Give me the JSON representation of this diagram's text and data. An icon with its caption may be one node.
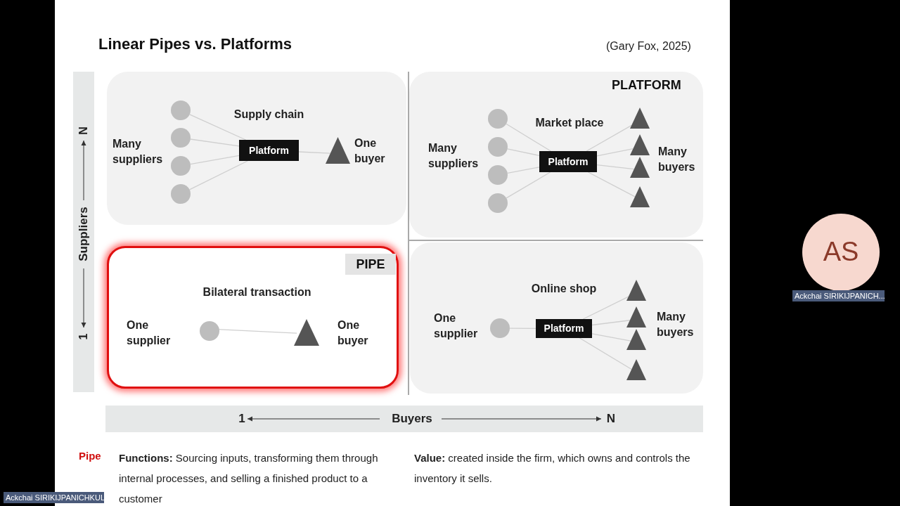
{
  "diagram": {
    "title": "Linear Pipes vs. Platforms",
    "nodes": [
      {
        "text": [],
        "shape": "box"
      },
      {
        "text": [],
        "shape": "circle",
        "in": 0
      },
      {
        "text": [],
        "shape": "circle",
        "in": 0
      },
      {
        "text": [],
        "shape": "circle",
        "in": 0
      },
      {
        "text": [],
        "shape": "circle",
        "in": 0
      },
      {
        "text": [
          "Platform"
        ],
        "in": 0,
        "beside": [
          "Supply chain"
        ]
      },
      {
        "text": [],
        "shape": "triangle",
        "in": 0,
        "beside": [
          "One buyer"
        ]
      },
      {
        "text": [
          "PLATFORM"
        ]
      },
      {
        "text": [],
        "shape": "circle",
        "in": 7
      },
      {
        "text": [],
        "shape": "circle",
        "in": 7
      },
      {
        "text": [],
        "shape": "circle",
        "in": 7
      },
      {
        "text": [],
        "shape": "circle",
        "in": 7
      },
      {
        "text": [
          "Platform"
        ],
        "in": 7,
        "beside": [
          "Market place"
        ]
      },
      {
        "text": [],
        "shape": "triangle",
        "in": 7
      },
      {
        "text": [],
        "shape": "triangle",
        "in": 7
      },
      {
        "text": [],
        "shape": "triangle",
        "in": 7
      },
      {
        "text": [],
        "shape": "triangle",
        "in": 7
      },
      {
        "text": [
          "PIPE"
        ]
      },
      {
        "text": [],
        "shape": "circle",
        "in": 17,
        "beside": [
          "One supplier"
        ]
      },
      {
        "text": [],
        "shape": "triangle",
        "in": 17,
        "beside": [
          "One buyer"
        ]
      },
      {
        "text": [],
        "shape": "box"
      },
      {
        "text": [],
        "shape": "circle",
        "in": 20,
        "beside": [
          "One supplier"
        ]
      },
      {
        "text": [
          "Platform"
        ],
        "in": 20,
        "beside": [
          "Online shop"
        ]
      },
      {
        "text": [],
        "shape": "triangle",
        "in": 20
      },
      {
        "text": [],
        "shape": "triangle",
        "in": 20
      },
      {
        "text": [],
        "shape": "triangle",
        "in": 20
      },
      {
        "text": [],
        "shape": "triangle",
        "in": 20
      }
    ],
    "edges": [
      {
        "from": 1,
        "to": 5,
        "arrow": "none"
      },
      {
        "from": 2,
        "to": 5,
        "arrow": "none"
      },
      {
        "from": 3,
        "to": 5,
        "arrow": "none"
      },
      {
        "from": 4,
        "to": 5,
        "arrow": "none"
      },
      {
        "from": 5,
        "to": 6,
        "arrow": "none"
      },
      {
        "from": 8,
        "to": 12,
        "arrow": "none"
      },
      {
        "from": 9,
        "to": 12,
        "arrow": "none"
      },
      {
        "from": 10,
        "to": 12,
        "arrow": "none"
      },
      {
        "from": 11,
        "to": 12,
        "arrow": "none"
      },
      {
        "from": 12,
        "to": 13,
        "arrow": "none"
      },
      {
        "from": 12,
        "to": 14,
        "arrow": "none"
      },
      {
        "from": 12,
        "to": 15,
        "arrow": "none"
      },
      {
        "from": 12,
        "to": 16,
        "arrow": "none"
      },
      {
        "from": 18,
        "to": 19,
        "arrow": "none",
        "label": "Bilateral transaction"
      },
      {
        "from": 21,
        "to": 22,
        "arrow": "none"
      },
      {
        "from": 22,
        "to": 23,
        "arrow": "none"
      },
      {
        "from": 22,
        "to": 24,
        "arrow": "none"
      },
      {
        "from": 22,
        "to": 25,
        "arrow": "none"
      },
      {
        "from": 22,
        "to": 26,
        "arrow": "none"
      }
    ],
    "labels": [
      "(Gary Fox, 2025)",
      "Many suppliers",
      "Many suppliers",
      "Many buyers",
      "Many buyers",
      "Suppliers",
      "N",
      "1",
      "1",
      "Buyers",
      "N",
      "Pipe",
      "**Functions:** Sourcing inputs, transforming them through internal processes, and selling a finished product to a customer",
      "**Value:** created inside the firm, which owns and controls the inventory it sells.",
      "AS",
      "Ackchai SIRIKIJPANICH...",
      "Ackchai SIRIKIJPANICHKUL"
    ]
  }
}
